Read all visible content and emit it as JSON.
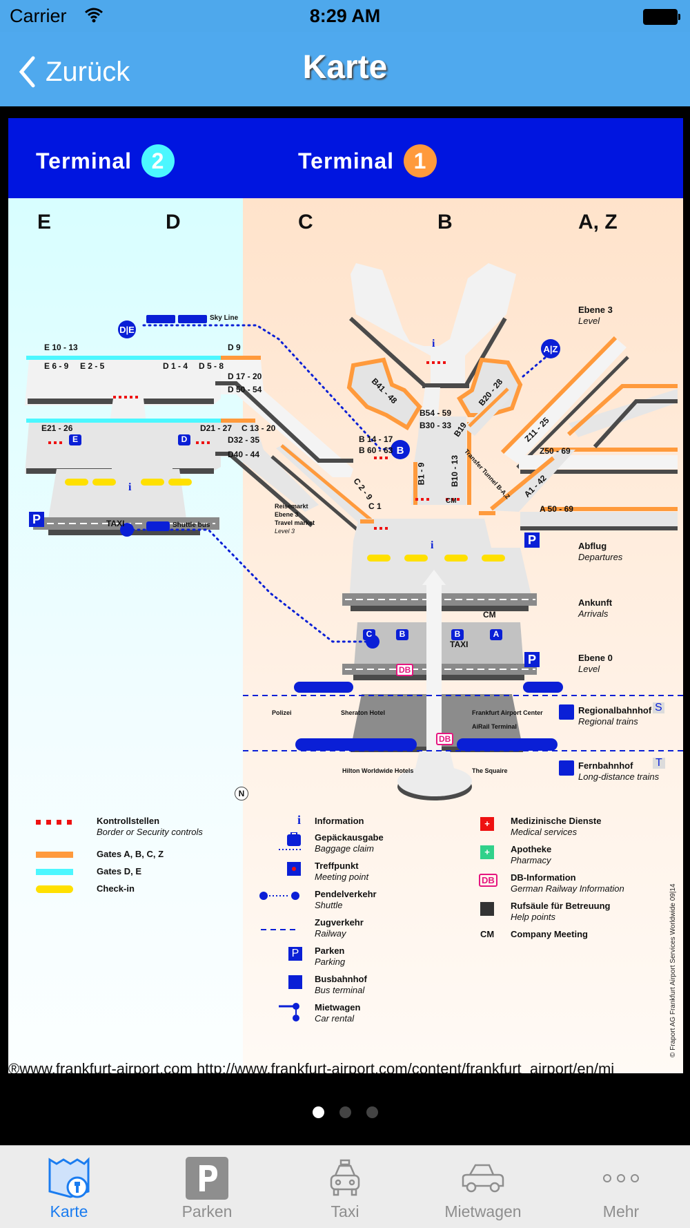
{
  "status_bar": {
    "carrier": "Carrier",
    "time": "8:29 AM"
  },
  "nav": {
    "back_label": "Zurück",
    "title": "Karte"
  },
  "map": {
    "terminals": [
      {
        "label": "Terminal",
        "number": "2",
        "color": "#4cf7ff"
      },
      {
        "label": "Terminal",
        "number": "1",
        "color": "#ff9a3c"
      }
    ],
    "piers": [
      "E",
      "D",
      "C",
      "B",
      "A, Z"
    ],
    "gates": {
      "e10_13": "E 10 - 13",
      "d9": "D 9",
      "e6_9": "E 6 - 9",
      "e2_5": "E 2 - 5",
      "d1_4": "D 1 - 4",
      "d5_8": "D 5 - 8",
      "d17_20": "D 17 - 20",
      "d50_54": "D 50 - 54",
      "e21_26": "E21 - 26",
      "d21_27": "D21 - 27",
      "c13_20": "C 13 - 20",
      "d32_35": "D32 - 35",
      "d40_44": "D40 - 44",
      "b41_48": "B41 - 48",
      "b54_59": "B54 - 59",
      "b30_33": "B30 - 33",
      "b19": "B19",
      "b20_28": "B20 - 28",
      "b14_17": "B 14 - 17",
      "b60_63": "B 60 - 63",
      "b1_9": "B1 - 9",
      "b10_13": "B10 - 13",
      "c2_9": "C 2 - 9",
      "c1": "C 1",
      "z11_25": "Z11 - 25",
      "z50_69": "Z50 - 69",
      "a1_42": "A1 - 42",
      "a50_69": "A 50 - 69"
    },
    "labels": {
      "sky_line": "Sky Line",
      "de_station": "D|E",
      "az_station": "A|Z",
      "b_station": "B",
      "taxi": "TAXI",
      "shuttle_bus": "Shuttle bus",
      "cm": "CM",
      "transfer_tunnel": "Transfer Tunnel B-A,Z",
      "reisemarkt": [
        "Reisemarkt",
        "Ebene 3",
        "Travel market",
        "Level 3"
      ],
      "polizei": "Polizei",
      "sheraton": "Sheraton Hotel",
      "fac": "Frankfurt Airport Center",
      "airail": "AiRail Terminal",
      "hilton": "Hilton Worldwide Hotels",
      "squaire": "The Squaire",
      "db": "DB",
      "compass": "N",
      "baggage": [
        "C",
        "B",
        "B",
        "A"
      ],
      "baggage_t2": [
        "E",
        "D"
      ]
    },
    "levels": [
      {
        "de": "Ebene 3",
        "en": "Level"
      },
      {
        "de": "Abflug",
        "en": "Departures"
      },
      {
        "de": "Ankunft",
        "en": "Arrivals"
      },
      {
        "de": "Ebene 0",
        "en": "Level"
      },
      {
        "de": "Regionalbahnhof",
        "en": "Regional trains",
        "badge": "S"
      },
      {
        "de": "Fernbahnhof",
        "en": "Long-distance trains",
        "badge": "T"
      }
    ],
    "legend_lines": [
      {
        "icon": "security-control",
        "de": "Kontrollstellen",
        "en": "Border or Security controls",
        "color": "#ee1111"
      },
      {
        "icon": "gate-line-orange",
        "de": "Gates A, B, C, Z",
        "en": "",
        "color": "#ff9a3c"
      },
      {
        "icon": "gate-line-cyan",
        "de": "Gates D, E",
        "en": "",
        "color": "#4cf7ff"
      },
      {
        "icon": "checkin",
        "de": "Check-in",
        "en": "",
        "color": "#ffe000"
      }
    ],
    "legend_services": [
      {
        "icon": "information",
        "de": "Information",
        "en": ""
      },
      {
        "icon": "baggage-claim",
        "de": "Gepäckausgabe",
        "en": "Baggage claim"
      },
      {
        "icon": "meeting-point",
        "de": "Treffpunkt",
        "en": "Meeting point"
      },
      {
        "icon": "shuttle",
        "de": "Pendelverkehr",
        "en": "Shuttle"
      },
      {
        "icon": "railway",
        "de": "Zugverkehr",
        "en": "Railway"
      },
      {
        "icon": "parking",
        "de": "Parken",
        "en": "Parking"
      },
      {
        "icon": "bus-terminal",
        "de": "Busbahnhof",
        "en": "Bus terminal"
      },
      {
        "icon": "car-rental",
        "de": "Mietwagen",
        "en": "Car rental"
      }
    ],
    "legend_more": [
      {
        "icon": "medical",
        "de": "Medizinische Dienste",
        "en": "Medical services"
      },
      {
        "icon": "pharmacy",
        "de": "Apotheke",
        "en": "Pharmacy"
      },
      {
        "icon": "db-info",
        "de": "DB-Information",
        "en": "German Railway Information"
      },
      {
        "icon": "help-point",
        "de": "Rufsäule für Betreuung",
        "en": "Help points"
      },
      {
        "icon": "cm",
        "de": "Company Meeting",
        "en": "",
        "symbol": "CM"
      }
    ],
    "copyright": "© Fraport AG   Frankfurt Airport Services Worldwide   09|14",
    "source_url": "®www.frankfurt-airport.com http://www.frankfurt-airport.com/content/frankfurt_airport/en/mi"
  },
  "pager": {
    "count": 3,
    "active": 0
  },
  "tabs": [
    {
      "label": "Karte",
      "icon": "map-icon",
      "active": true
    },
    {
      "label": "Parken",
      "icon": "parking-icon",
      "active": false
    },
    {
      "label": "Taxi",
      "icon": "taxi-icon",
      "active": false
    },
    {
      "label": "Mietwagen",
      "icon": "car-icon",
      "active": false
    },
    {
      "label": "Mehr",
      "icon": "more-icon",
      "active": false
    }
  ],
  "colors": {
    "nav_blue": "#4fa9ee",
    "terminal_bar": "#0015e0",
    "tab_active": "#1a7cf0",
    "symbol_blue": "#0a1fd6"
  }
}
